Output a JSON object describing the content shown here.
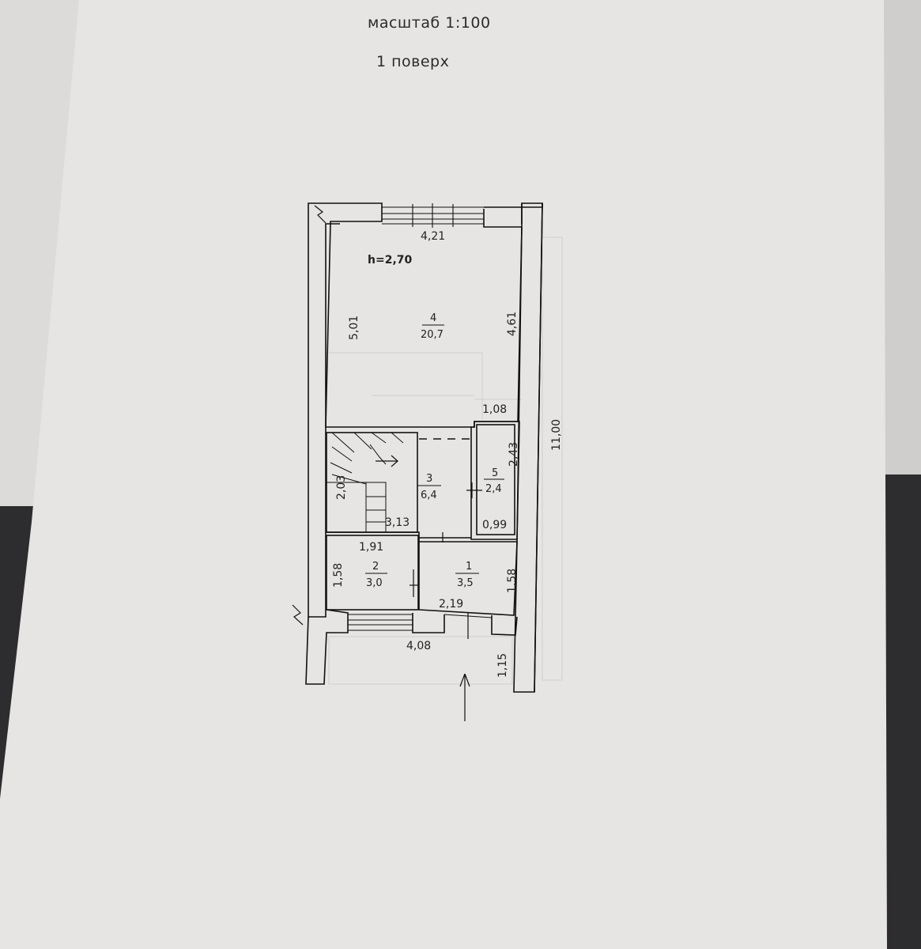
{
  "header": {
    "scale": "масштаб 1:100",
    "floor": "1 поверх"
  },
  "plan": {
    "ceiling_height": "h=2,70",
    "rooms": [
      {
        "number": "4",
        "area": "20,7"
      },
      {
        "number": "3",
        "area": "6,4"
      },
      {
        "number": "5",
        "area": "2,4"
      },
      {
        "number": "2",
        "area": "3,0"
      },
      {
        "number": "1",
        "area": "3,5"
      }
    ],
    "dimensions": {
      "top_width": "4,21",
      "left_height": "5,01",
      "right_height": "4,61",
      "width_1_08": "1,08",
      "overall_height": "11,00",
      "stair_height": "2,03",
      "stair_width": "3,13",
      "closet_height": "2,43",
      "closet_width": "0,99",
      "room2_width": "1,91",
      "room2_height": "1,58",
      "room1_height": "1,58",
      "room1_width": "2,19",
      "bottom_width": "4,08",
      "porch_height": "1,15"
    }
  }
}
